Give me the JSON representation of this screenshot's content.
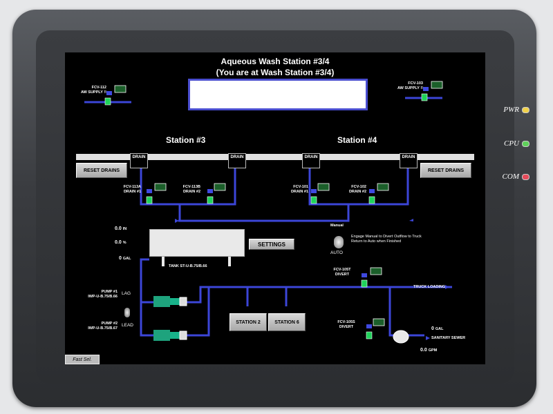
{
  "header": {
    "title": "Aqueous Wash Station #3/4",
    "subtitle": "(You are at Wash Station #3/4)"
  },
  "valves": {
    "fcv112": "FCV-112",
    "fcv112_desc": "AW SUPPLY !!",
    "fcv103": "FCV-103",
    "fcv103_desc": "AW SUPPLY !!",
    "fcv113a": "FCV-113A",
    "fcv113a_desc": "DRAIN #1",
    "fcv113b": "FCV-113B",
    "fcv113b_desc": "DRAIN #2",
    "fcv101": "FCV-101",
    "fcv101_desc": "DRAIN #1",
    "fcv102": "FCV-102",
    "fcv102_desc": "DRAIN #2",
    "fcv105t": "FCV-105T",
    "fcv105t_desc": "DIVERT",
    "fcv105s": "FCV-105S",
    "fcv105s_desc": "DIVERT"
  },
  "stations": {
    "station3": "Station #3",
    "station4": "Station #4",
    "drain_label": "DRAIN",
    "reset_drains_left": "RESET DRAINS",
    "reset_drains_right": "RESET DRAINS"
  },
  "tank": {
    "level_in_value": "0.0",
    "level_in_unit": "IN",
    "level_pct_value": "0.0",
    "level_pct_unit": "%",
    "level_gal_value": "0",
    "level_gal_unit": "GAL",
    "settings_button": "SETTINGS",
    "tank_label": "TANK ST-U-B.75/B.66"
  },
  "manual": {
    "label": "Manual",
    "auto_label": "AUTO",
    "instruction_line1": "Engage Manual to Divert Outflow to Truck",
    "instruction_line2": "Return to Auto when Finished"
  },
  "pumps": {
    "pump1_name": "PUMP #1",
    "pump1_id": "IWP-U-B.75/B.66",
    "pump2_name": "PUMP #2",
    "pump2_id": "IWP-U-B.75/B.67",
    "lag_label": "LAG",
    "lead_label": "LEAD"
  },
  "destinations": {
    "truck_loading": "TRUCK LOADING",
    "station2": "STATION 2",
    "station6": "STATION 6",
    "sanitary_gal_value": "0",
    "sanitary_gal_unit": "GAL",
    "sanitary_sewer": "SANITARY SEWER",
    "gpm_value": "0.0",
    "gpm_unit": "GPM"
  },
  "status_leds": {
    "pwr": "PWR",
    "cpu": "CPU",
    "com": "COM",
    "pwr_color": "#f2d24a",
    "cpu_color": "#5fd15b",
    "com_color": "#e64a5a"
  },
  "taskbar": {
    "app_label": "Fast Sel."
  },
  "colors": {
    "pipe": "#3c46d8",
    "valve_green": "#1fd25a",
    "screen_bg": "#000000",
    "message_border": "#4a4ecf"
  }
}
